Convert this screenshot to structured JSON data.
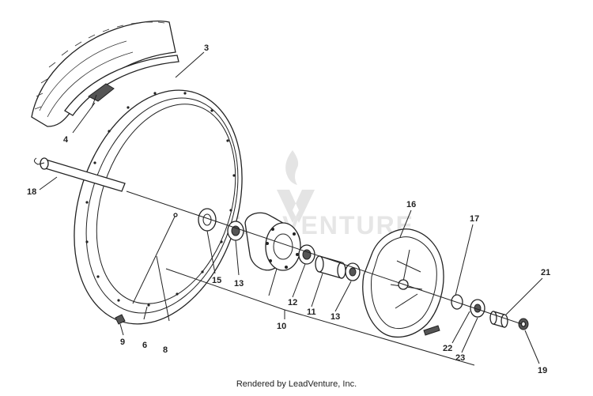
{
  "diagram": {
    "callouts": [
      {
        "id": "c3",
        "label": "3"
      },
      {
        "id": "c4",
        "label": "4"
      },
      {
        "id": "c18",
        "label": "18"
      },
      {
        "id": "c15",
        "label": "15"
      },
      {
        "id": "c13a",
        "label": "13"
      },
      {
        "id": "c12",
        "label": "12"
      },
      {
        "id": "c11",
        "label": "11"
      },
      {
        "id": "c13b",
        "label": "13"
      },
      {
        "id": "c10",
        "label": "10"
      },
      {
        "id": "c16",
        "label": "16"
      },
      {
        "id": "c17",
        "label": "17"
      },
      {
        "id": "c21",
        "label": "21"
      },
      {
        "id": "c22",
        "label": "22"
      },
      {
        "id": "c23",
        "label": "23"
      },
      {
        "id": "c19",
        "label": "19"
      },
      {
        "id": "c9",
        "label": "9"
      },
      {
        "id": "c6",
        "label": "6"
      },
      {
        "id": "c8",
        "label": "8"
      }
    ],
    "watermark_text": "LEADVENTURE"
  },
  "footer": {
    "text": "Rendered by LeadVenture, Inc."
  }
}
